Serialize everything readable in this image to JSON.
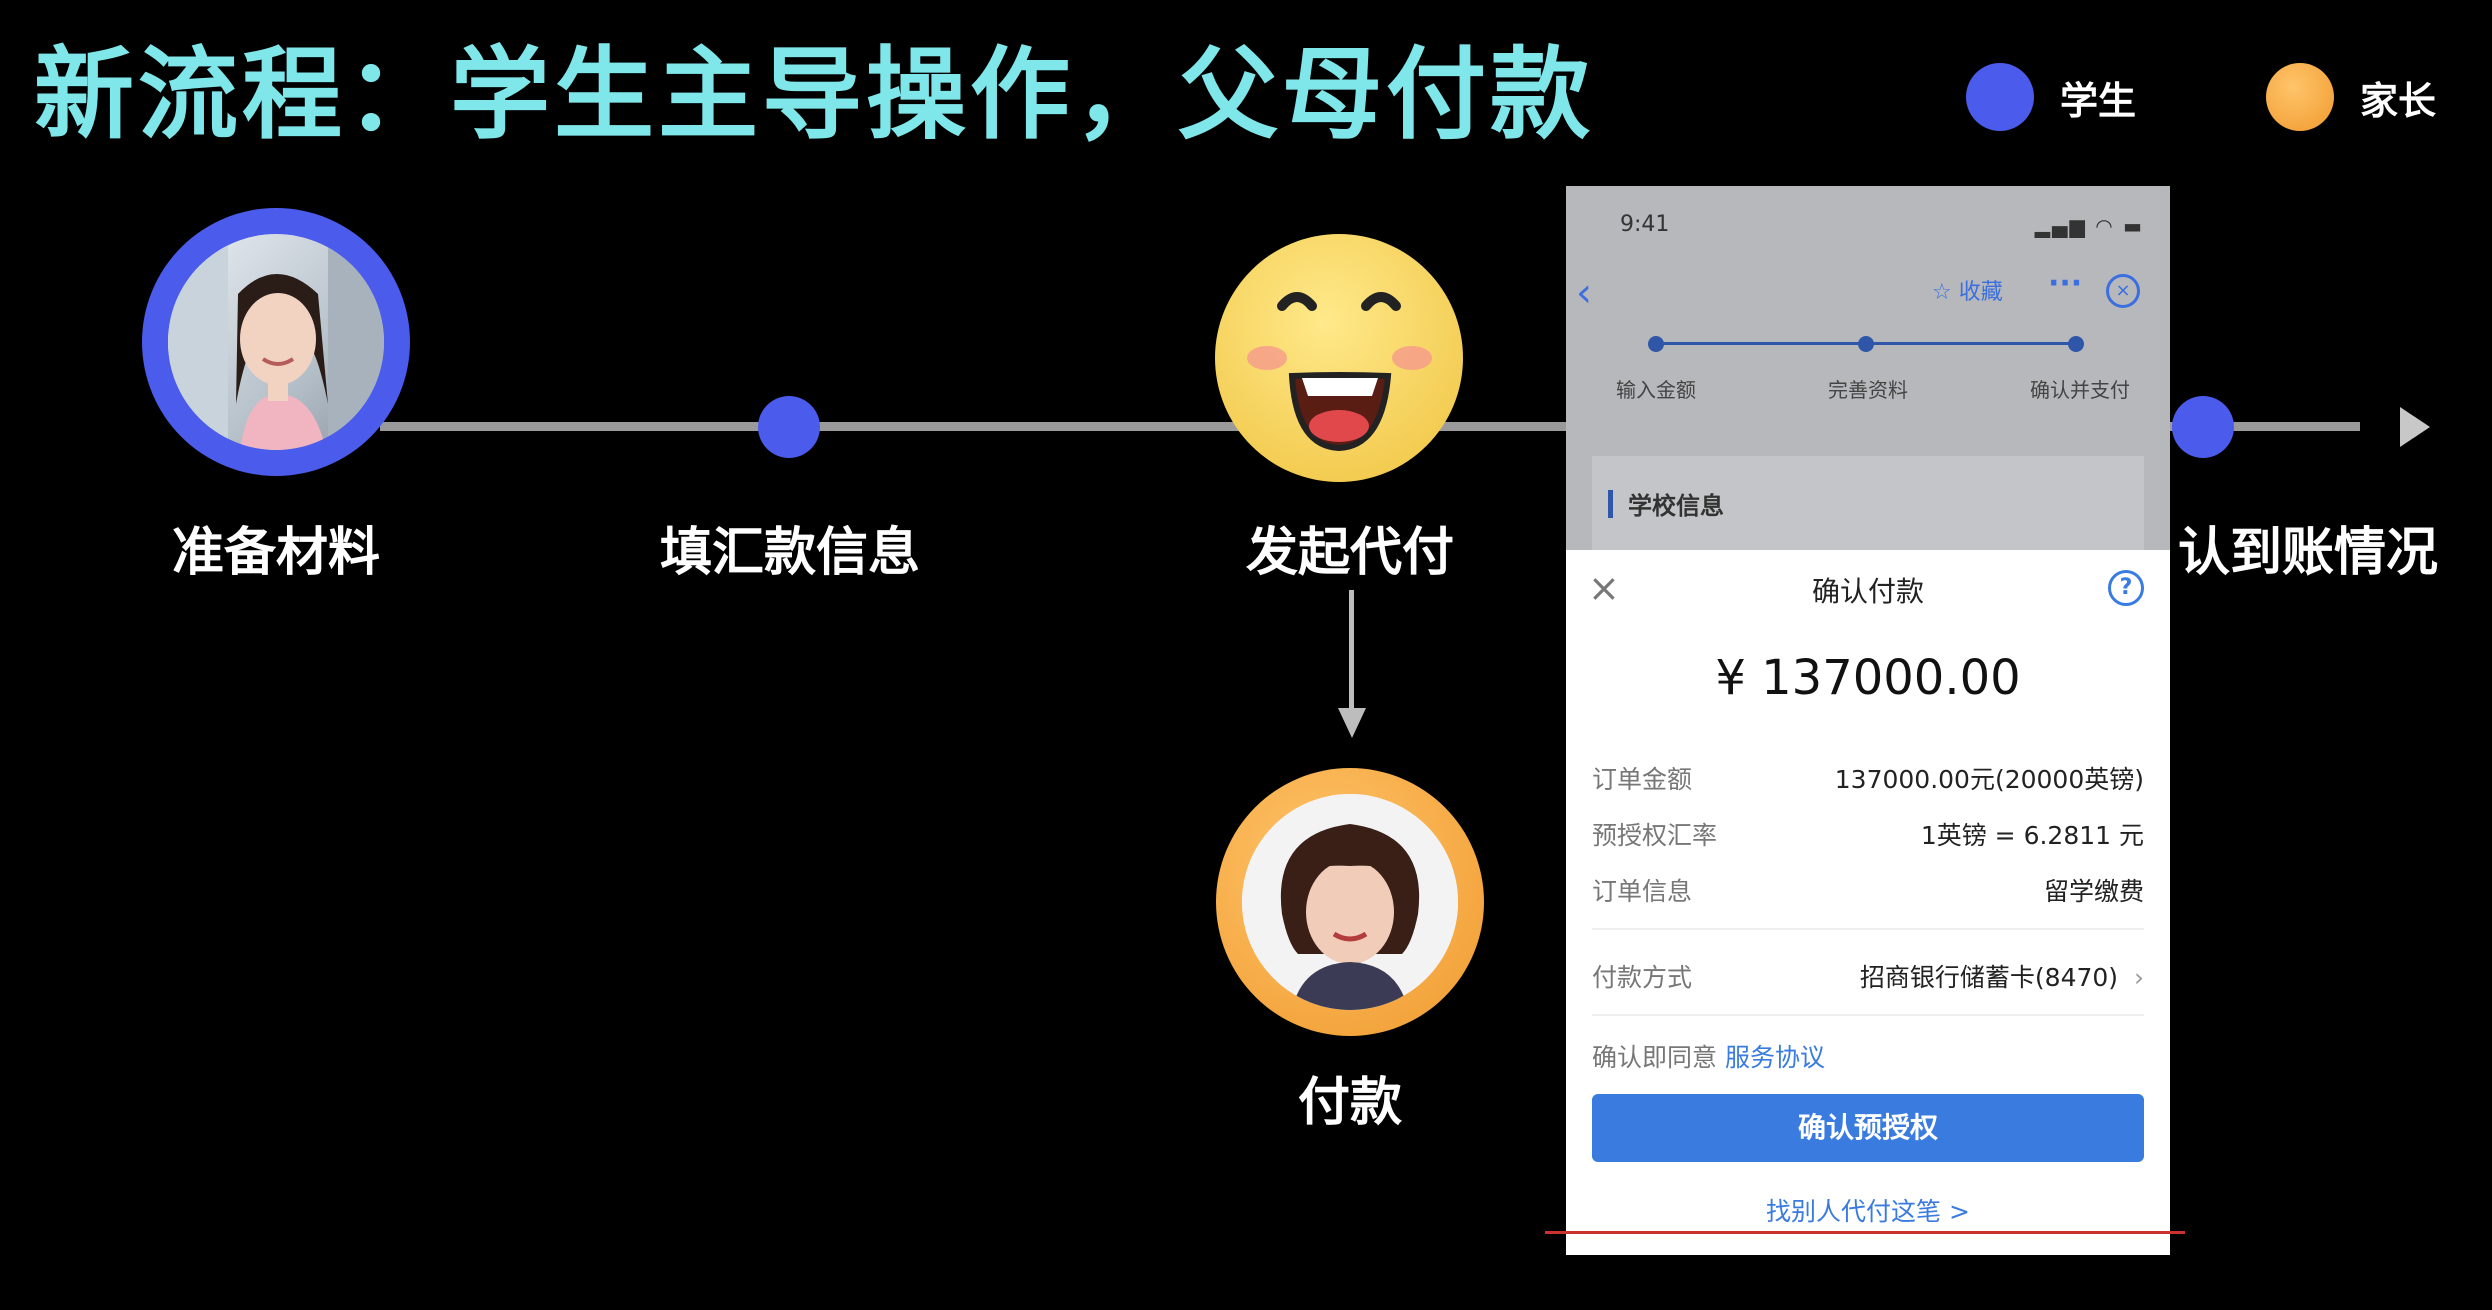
{
  "title": "新流程：学生主导操作，父母付款",
  "legend": [
    {
      "label": "学生",
      "color": "#4b5bec"
    },
    {
      "label": "家长",
      "color": "#f3a744"
    }
  ],
  "steps": [
    {
      "label": "准备材料",
      "kind": "student-avatar"
    },
    {
      "label": "填汇款信息",
      "kind": "dot"
    },
    {
      "label": "发起代付",
      "kind": "smiley"
    },
    {
      "label": "认到账情况",
      "kind": "dot"
    }
  ],
  "branch": {
    "label": "付款",
    "kind": "parent-avatar"
  },
  "phone": {
    "status_time": "9:41",
    "nav": {
      "fav_label": "收藏",
      "more": "···"
    },
    "stepper": [
      "输入金额",
      "完善资料",
      "确认并支付"
    ],
    "section_title": "学校信息",
    "sheet": {
      "title": "确认付款",
      "close": "×",
      "help": "?",
      "amount": "¥ 137000.00",
      "rows": [
        {
          "key": "订单金额",
          "value": "137000.00元(20000英镑)"
        },
        {
          "key": "预授权汇率",
          "value": "1英镑 = 6.2811 元"
        },
        {
          "key": "订单信息",
          "value": "留学缴费"
        }
      ],
      "payment_method": {
        "key": "付款方式",
        "value": "招商银行储蓄卡(8470)",
        "chevron": "›"
      },
      "agree_prefix": "确认即同意",
      "agree_link": "服务协议",
      "confirm_button": "确认预授权",
      "other_pay": "找别人代付这笔 >"
    }
  }
}
